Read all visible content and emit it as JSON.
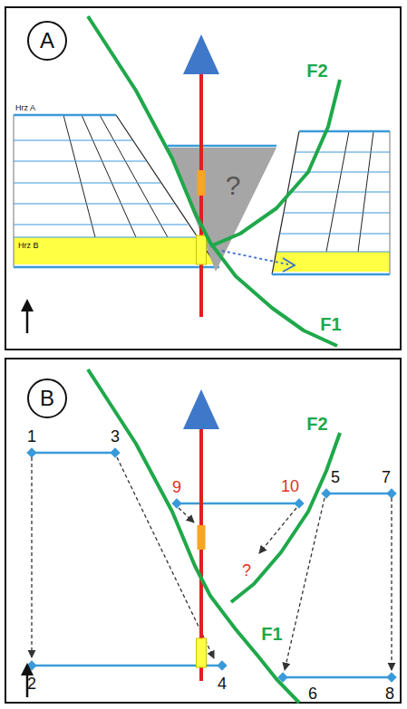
{
  "diagram": {
    "nodes": [
      {
        "text": [
          "A"
        ]
      },
      {
        "text": [
          "Hrz B"
        ]
      },
      {
        "text": [
          "?"
        ]
      },
      {
        "text": [
          "B"
        ]
      }
    ],
    "labels": [
      "Hrz A",
      "F2",
      "F1",
      "F2",
      "F1",
      "1",
      "3",
      "9",
      "10",
      "5",
      "7",
      "?",
      "2",
      "4",
      "6",
      "8"
    ]
  }
}
